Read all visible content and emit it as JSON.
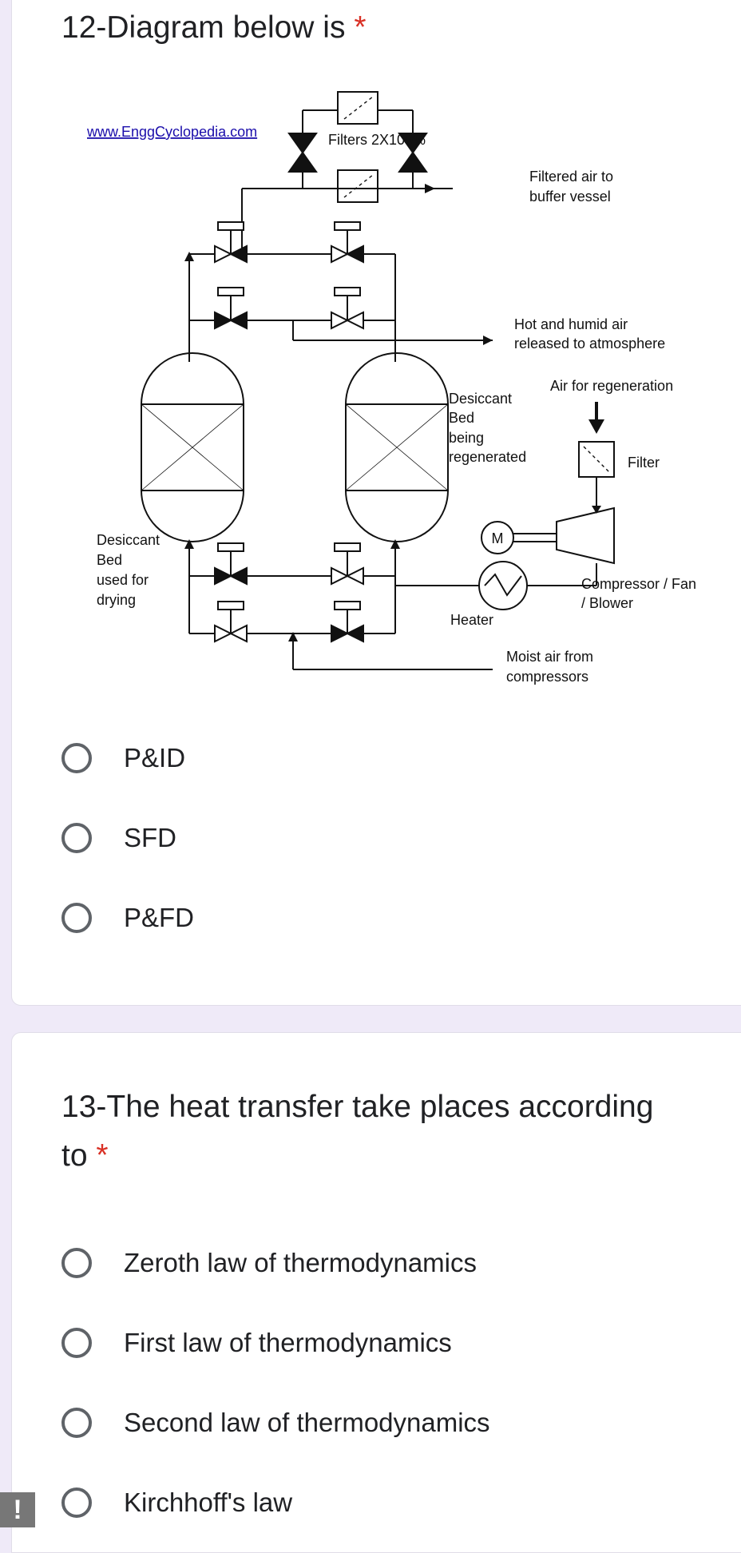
{
  "q12": {
    "number_title": "12-Diagram below is",
    "required_mark": "*",
    "diagram": {
      "watermark": "www.EnggCyclopedia.com",
      "filters_label": "Filters 2X100%",
      "filtered_air_line1": "Filtered air to",
      "filtered_air_line2": "buffer vessel",
      "hot_air_line1": "Hot and humid air",
      "hot_air_line2": "released to atmosphere",
      "regen_bed_lines": [
        "Desiccant",
        "Bed",
        "being",
        "regenerated"
      ],
      "air_regen": "Air for regeneration",
      "filter_label": "Filter",
      "drying_bed_lines": [
        "Desiccant",
        "Bed",
        "used for",
        "drying"
      ],
      "motor_label": "M",
      "compressor_line1": "Compressor / Fan",
      "compressor_line2": "/ Blower",
      "heater_label": "Heater",
      "moist_air_line1": "Moist air from",
      "moist_air_line2": "compressors"
    },
    "options": [
      "P&ID",
      "SFD",
      "P&FD"
    ]
  },
  "q13": {
    "title_line1": "13-The heat transfer take places according",
    "title_line2": "to",
    "required_mark": "*",
    "options": [
      "Zeroth law of thermodynamics",
      "First law of thermodynamics",
      "Second law of thermodynamics",
      "Kirchhoff's law"
    ]
  },
  "alert": {
    "glyph": "!"
  },
  "colors": {
    "required": "#d93025",
    "radio_border": "#5f6368",
    "link": "#1a0dab"
  }
}
